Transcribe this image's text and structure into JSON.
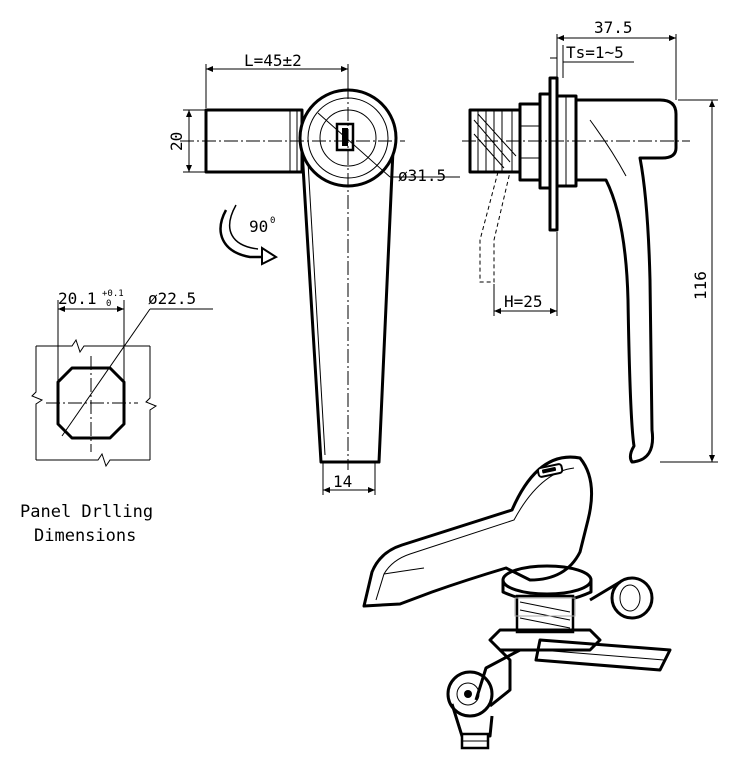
{
  "labels": {
    "length": "L=45±2",
    "height_20": "20",
    "diameter_315": "ø31.5",
    "rotation": "90",
    "rotation_deg": "0",
    "width_14": "14",
    "depth_375": "37.5",
    "thickness": "Ts=1~5",
    "height_116": "116",
    "cam_h": "H=25",
    "cutout_width": "20.1",
    "tol_upper": "+0.1",
    "tol_lower": "0",
    "cutout_dia": "ø22.5",
    "panel_title_1": "Panel Drlling",
    "panel_title_2": "Dimensions"
  }
}
